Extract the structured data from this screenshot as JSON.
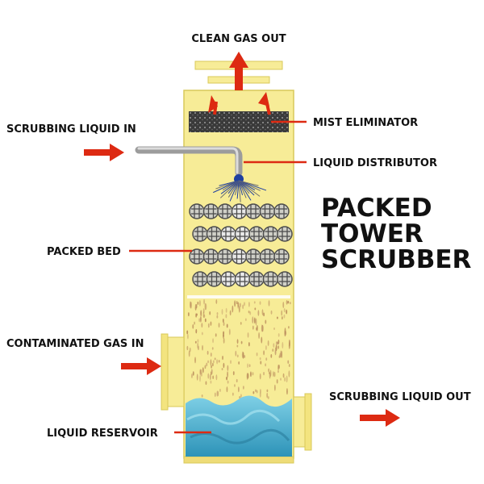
{
  "labels": {
    "clean_gas_out": "CLEAN GAS OUT",
    "scrubbing_liquid_in": "SCRUBBING LIQUID IN",
    "mist_eliminator": "MIST ELIMINATOR",
    "liquid_distributor": "LIQUID DISTRIBUTOR",
    "packed_bed": "PACKED BED",
    "contaminated_gas_in": "CONTAMINATED GAS IN",
    "scrubbing_liquid_out": "SCRUBBING LIQUID OUT",
    "liquid_reservoir": "LIQUID RESERVOIR"
  },
  "title": {
    "line1": "PACKED",
    "line2": "TOWER",
    "line3": "SCRUBBER"
  },
  "colors": {
    "tower_fill": "#f7ec97",
    "tower_edge": "#d8c95a",
    "arrow_red": "#dd2a12",
    "mist_dark": "#3a3a3a",
    "packing_gray": "#4d4d4d",
    "liquid_blue": "#3aa8c8",
    "pipe_gray": "#b0b0b0",
    "spray_blue": "#1f3fa0",
    "droplet_brown": "#b98a5a"
  }
}
